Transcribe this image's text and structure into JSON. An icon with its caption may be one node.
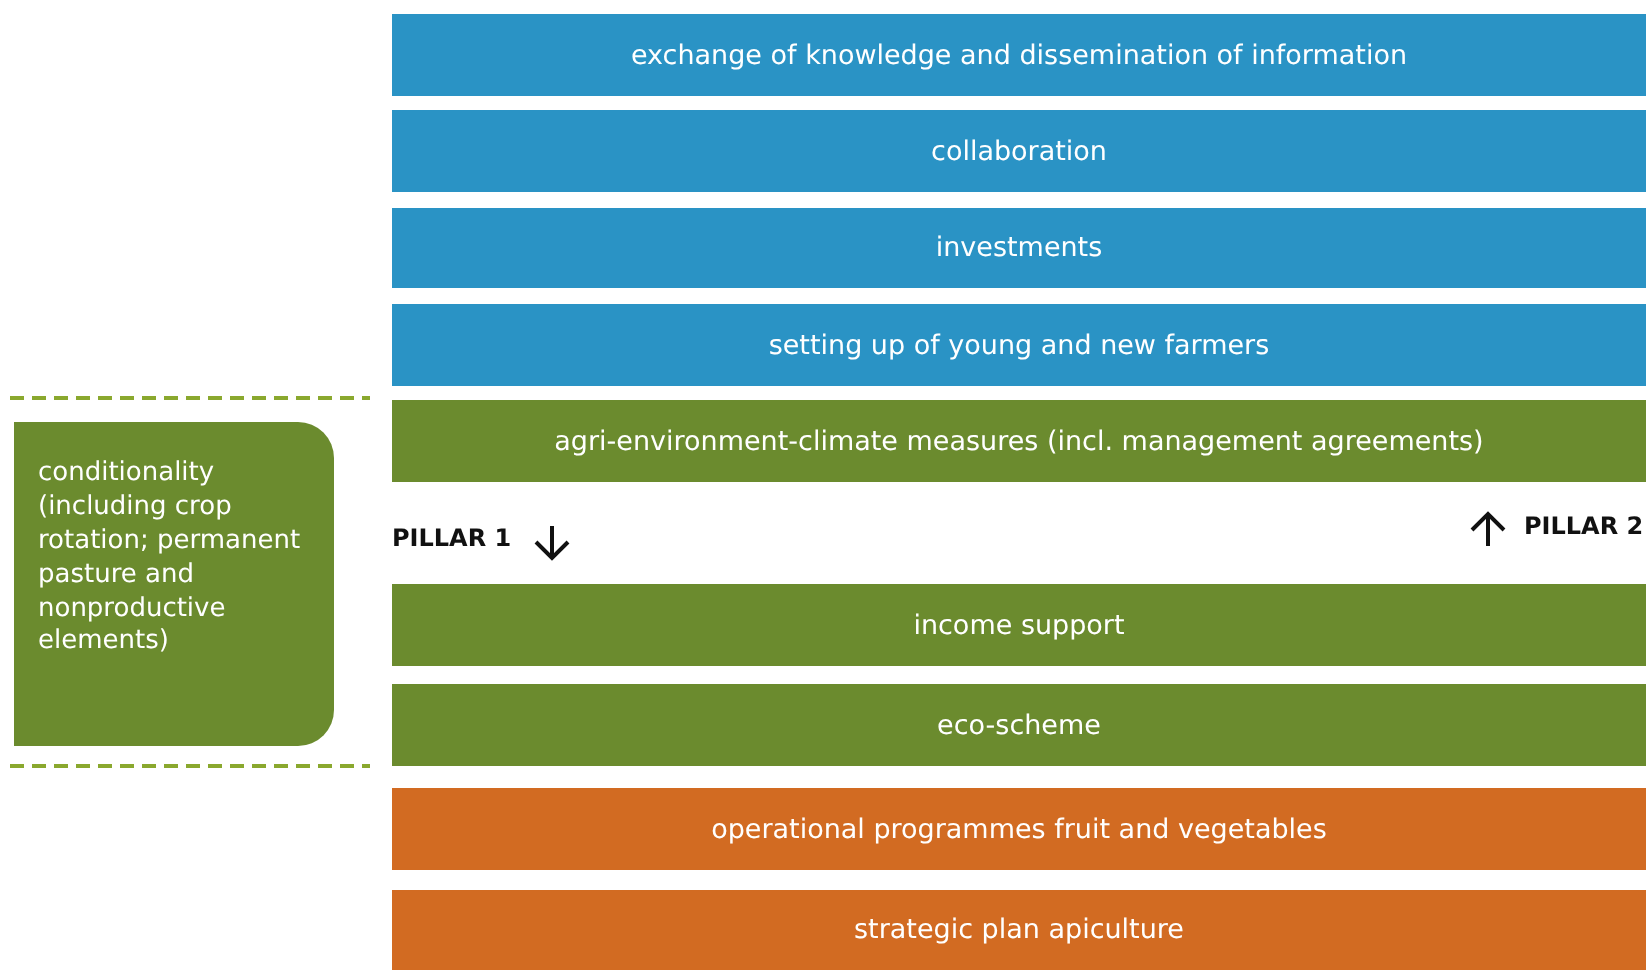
{
  "diagram": {
    "nodes": [
      {
        "text": [
          "exchange of knowledge and dissemination of information"
        ]
      },
      {
        "text": [
          "collaboration"
        ]
      },
      {
        "text": [
          "investments"
        ]
      },
      {
        "text": [
          "setting up of young and new farmers"
        ]
      },
      {
        "text": [
          "agri-environment-climate measures (incl. management agreements)"
        ]
      },
      {
        "text": [
          "income support"
        ]
      },
      {
        "text": [
          "eco-scheme"
        ]
      },
      {
        "text": [
          "operational programmes fruit and vegetables"
        ]
      },
      {
        "text": [
          "strategic plan apiculture"
        ]
      },
      {
        "text": [
          "conditionality (including crop rotation; permanent pasture and nonproductive elements)"
        ]
      }
    ],
    "labels": [
      "PILLAR 1",
      "PILLAR 2"
    ]
  }
}
